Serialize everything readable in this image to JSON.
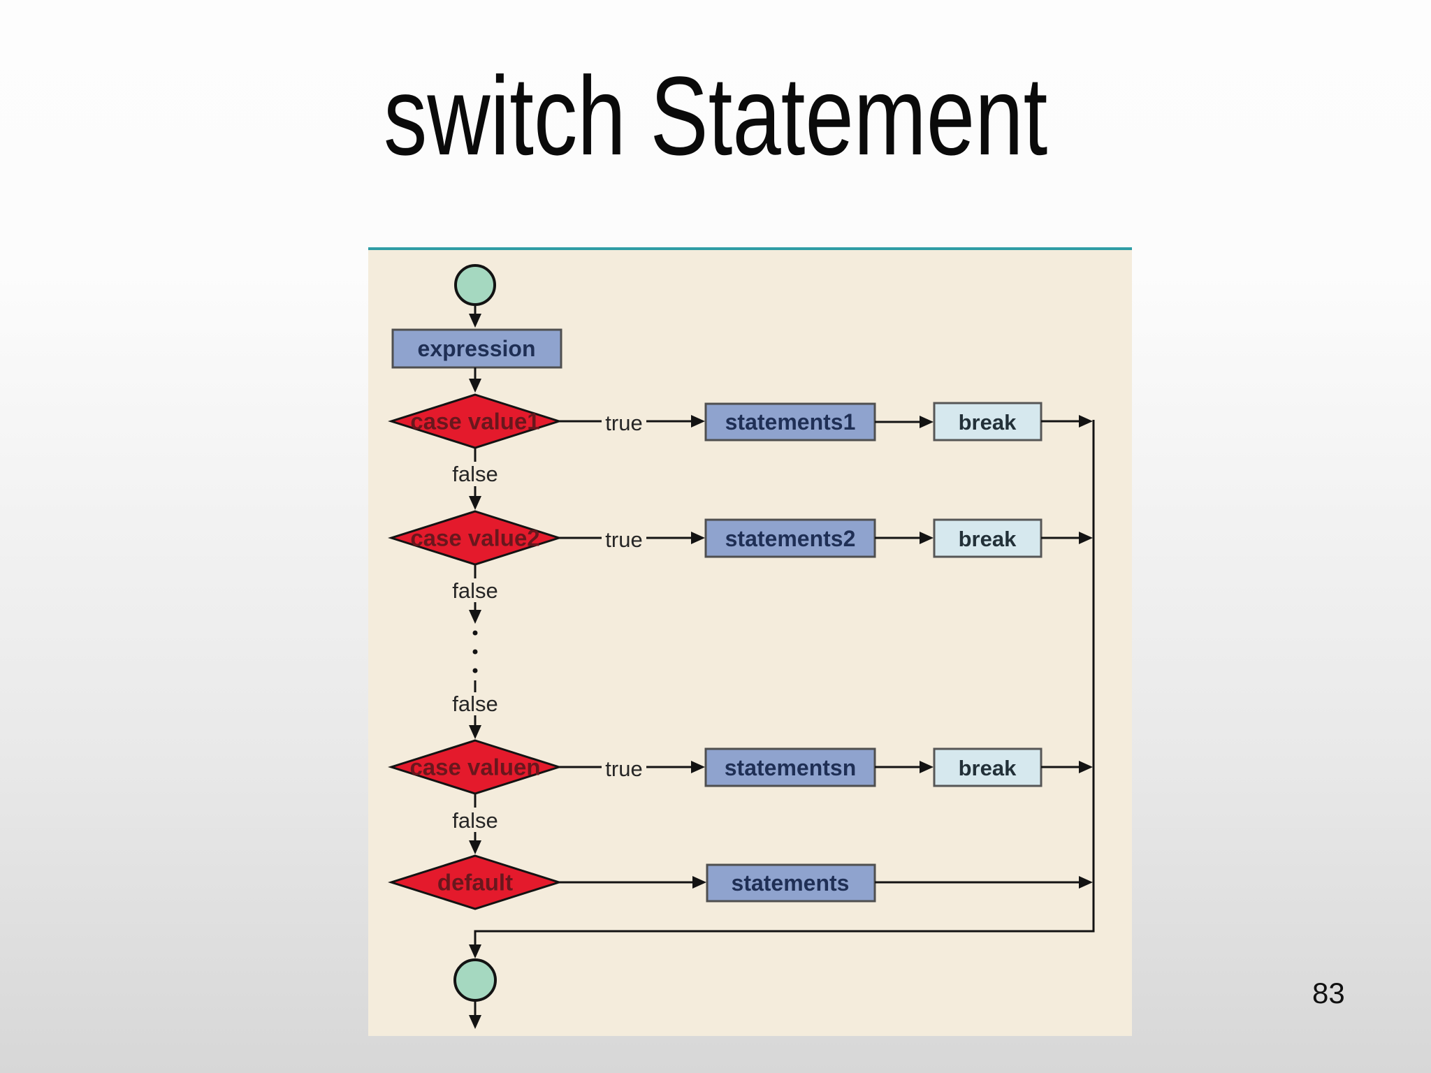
{
  "slide": {
    "title": "switch Statement",
    "page_number": "83"
  },
  "flowchart": {
    "expression_label": "expression",
    "labels": {
      "true": "true",
      "false": "false"
    },
    "rows": [
      {
        "condition": "case value1",
        "statements": "statements1",
        "break_label": "break"
      },
      {
        "condition": "case value2",
        "statements": "statements2",
        "break_label": "break"
      },
      {
        "condition": "case valuen",
        "statements": "statementsn",
        "break_label": "break"
      },
      {
        "condition": "default",
        "statements": "statements"
      }
    ]
  },
  "colors": {
    "slide_bg_top": "#fdfdfd",
    "slide_bg_bottom": "#d7d7d7",
    "panel_bg": "#f4ecdc",
    "teal_rule": "#2f9da5",
    "diamond_fill": "#e41a2c",
    "diamond_text": "#69171d",
    "process_fill": "#8fa3ce",
    "process_text": "#1f2f55",
    "break_fill": "#d6e8ee",
    "break_text": "#223038",
    "terminal_fill": "#a5d8c0",
    "line_color": "#131313",
    "label_color": "#262626"
  }
}
